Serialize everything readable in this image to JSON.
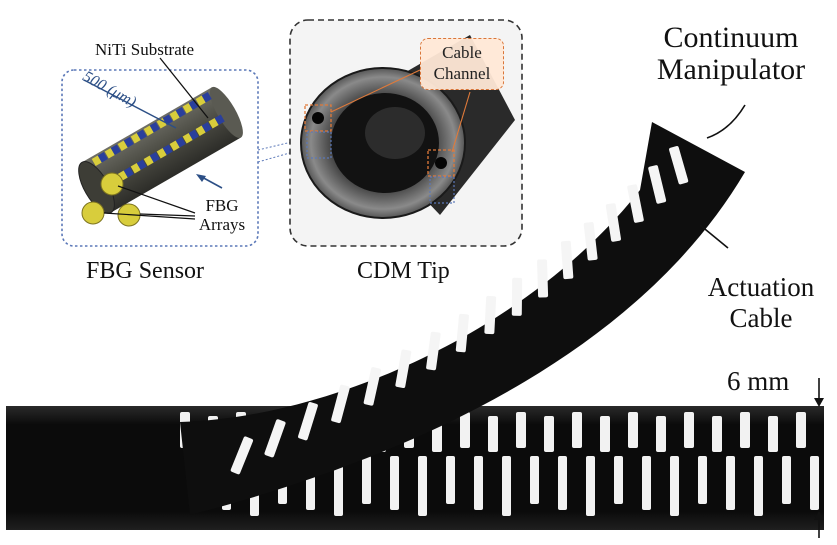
{
  "labels": {
    "niti_substrate": "NiTi Substrate",
    "scale": "500 (μm)",
    "fbg_arrays_line1": "FBG",
    "fbg_arrays_line2": "Arrays",
    "fbg_sensor": "FBG Sensor",
    "cable_channel_line1": "Cable",
    "cable_channel_line2": "Channel",
    "cdm_tip": "CDM Tip",
    "continuum_line1": "Continuum",
    "continuum_line2": "Manipulator",
    "actuation_line1": "Actuation",
    "actuation_line2": "Cable",
    "dimension": "6 mm"
  },
  "colors": {
    "fbg_yellow": "#d8cd3c",
    "fbg_blue": "#2a3f9c",
    "rod_gray": "#4a4a42",
    "inset_border_blue": "#5b78b8",
    "inset_border_dark": "#333333",
    "callout_orange": "#d9763a",
    "manipulator_black": "#0d0d0d"
  }
}
